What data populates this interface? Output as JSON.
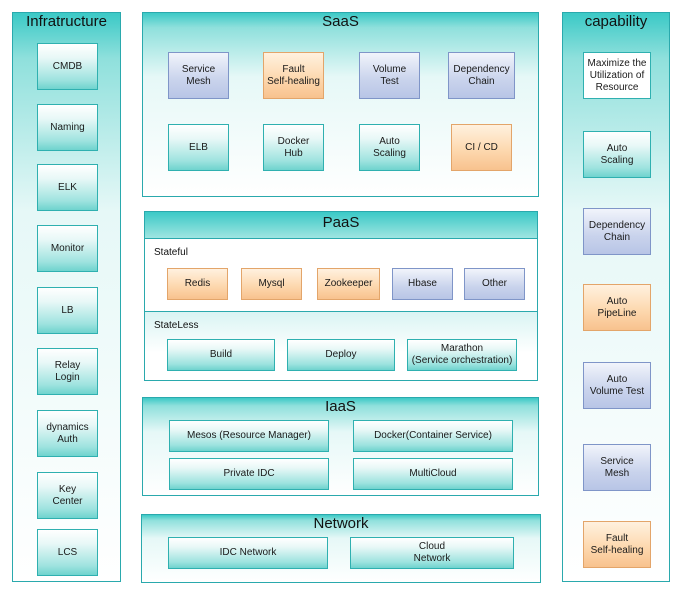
{
  "infrastructure": {
    "title": "Infratructure",
    "items": [
      "CMDB",
      "Naming",
      "ELK",
      "Monitor",
      "LB",
      "Relay\nLogin",
      "dynamics\nAuth",
      "Key\nCenter",
      "LCS"
    ]
  },
  "saas": {
    "title": "SaaS",
    "items": [
      {
        "label": "Service\nMesh",
        "style": "blue"
      },
      {
        "label": "Fault\nSelf-healing",
        "style": "orange"
      },
      {
        "label": "Volume\nTest",
        "style": "blue"
      },
      {
        "label": "Dependency\nChain",
        "style": "blue"
      },
      {
        "label": "ELB",
        "style": "teal"
      },
      {
        "label": "Docker\nHub",
        "style": "teal"
      },
      {
        "label": "Auto\nScaling",
        "style": "teal"
      },
      {
        "label": "CI / CD",
        "style": "orange"
      }
    ]
  },
  "paas": {
    "title": "PaaS",
    "stateful": {
      "label": "Stateful",
      "items": [
        {
          "label": "Redis",
          "style": "orange"
        },
        {
          "label": "Mysql",
          "style": "orange"
        },
        {
          "label": "Zookeeper",
          "style": "orange"
        },
        {
          "label": "Hbase",
          "style": "blue"
        },
        {
          "label": "Other",
          "style": "blue"
        }
      ]
    },
    "stateless": {
      "label": "StateLess",
      "items": [
        "Build",
        "Deploy",
        "Marathon\n(Service orchestration)"
      ]
    }
  },
  "iaas": {
    "title": "IaaS",
    "items": [
      "Mesos (Resource Manager)",
      "Docker(Container Service)",
      "Private IDC",
      "MultiCloud"
    ]
  },
  "network": {
    "title": "Network",
    "items": [
      "IDC Network",
      "Cloud\nNetwork"
    ]
  },
  "capability": {
    "title": "capability",
    "items": [
      {
        "label": "Maximize the\nUtilization of\nResource",
        "style": "white"
      },
      {
        "label": "Auto\nScaling",
        "style": "teal"
      },
      {
        "label": "Dependency\nChain",
        "style": "blue"
      },
      {
        "label": "Auto\nPipeLine",
        "style": "orange"
      },
      {
        "label": "Auto\nVolume Test",
        "style": "blue"
      },
      {
        "label": "Service\nMesh",
        "style": "blue"
      },
      {
        "label": "Fault\nSelf-healing",
        "style": "orange"
      }
    ]
  }
}
